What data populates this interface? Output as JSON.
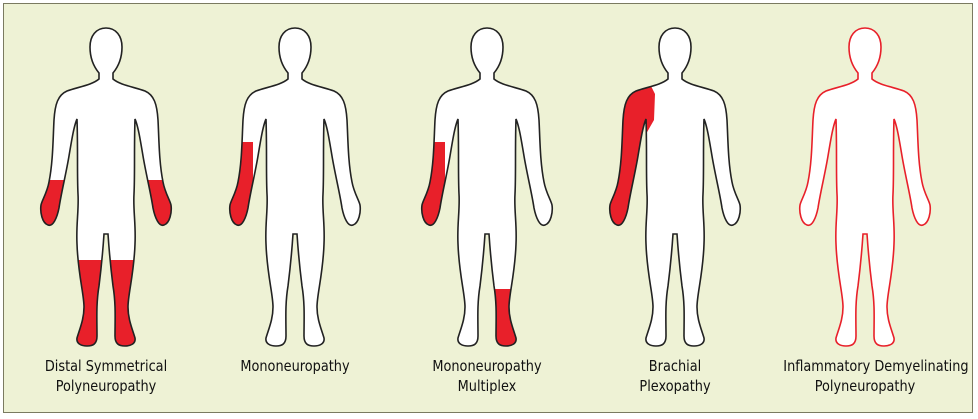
{
  "colors": {
    "panel_background": "#eef2d5",
    "body_fill": "#ffffff",
    "body_outline": "#222222",
    "affected": "#e8202a"
  },
  "figures": [
    {
      "label_lines": [
        "Distal Symmetrical",
        "Polyneuropathy"
      ],
      "affected_regions": [
        "left-hand",
        "right-hand",
        "left-lower-leg",
        "right-lower-leg"
      ],
      "outline": "normal"
    },
    {
      "label_lines": [
        "Mononeuropathy",
        ""
      ],
      "affected_regions": [
        "right-forearm"
      ],
      "outline": "normal"
    },
    {
      "label_lines": [
        "Mononeuropathy",
        "Multiplex"
      ],
      "affected_regions": [
        "right-forearm",
        "left-lower-leg"
      ],
      "outline": "normal"
    },
    {
      "label_lines": [
        "Brachial",
        "Plexopathy"
      ],
      "affected_regions": [
        "right-whole-arm"
      ],
      "outline": "normal"
    },
    {
      "label_lines": [
        "Inflammatory Demyelinating",
        "Polyneuropathy"
      ],
      "affected_regions": [],
      "outline": "affected"
    }
  ]
}
